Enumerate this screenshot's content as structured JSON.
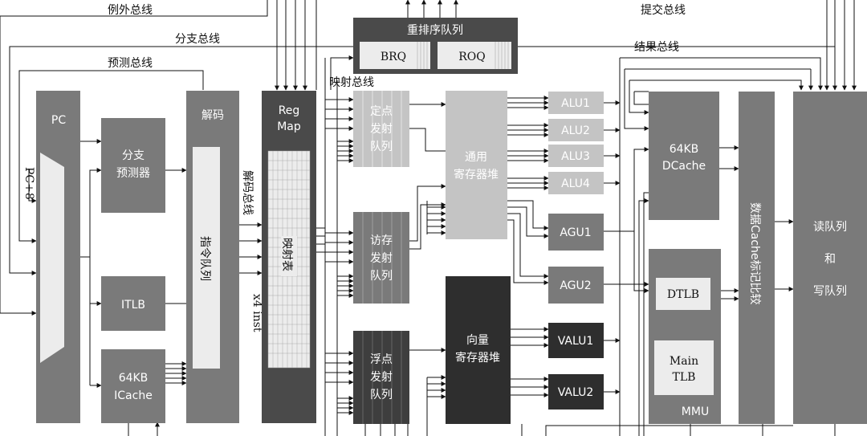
{
  "buses": {
    "exception": "例外总线",
    "branch": "分支总线",
    "predict": "预测总线",
    "commit": "提交总线",
    "result": "结果总线",
    "map": "映射总线",
    "decode": "解码总线"
  },
  "blocks": {
    "pc": "PC",
    "pc_plus8": "PC+8",
    "bp": [
      "分支",
      "预测器"
    ],
    "itlb": "ITLB",
    "icache": [
      "64KB",
      "ICache"
    ],
    "decode": "解码",
    "inst_queue": "指令队列",
    "regmap": [
      "Reg",
      "Map"
    ],
    "map_table": "映射表",
    "x4": "x4 inst",
    "rob": "重排序队列",
    "brq": "BRQ",
    "roq": "ROQ",
    "fix_q": [
      "定点",
      "发射",
      "队列"
    ],
    "mem_q": [
      "访存",
      "发射",
      "队列"
    ],
    "fp_q": [
      "浮点",
      "发射",
      "队列"
    ],
    "grf": [
      "通用",
      "寄存器堆"
    ],
    "vrf": [
      "向量",
      "寄存器堆"
    ],
    "alu": [
      "ALU1",
      "ALU2",
      "ALU3",
      "ALU4"
    ],
    "agu": [
      "AGU1",
      "AGU2"
    ],
    "valu": [
      "VALU1",
      "VALU2"
    ],
    "dcache": [
      "64KB",
      "DCache"
    ],
    "mmu": "MMU",
    "dtlb": "DTLB",
    "main_tlb": [
      "Main",
      "TLB"
    ],
    "tag_cmp": "数据Cache标记比较",
    "rw_q": [
      "读队列",
      "和",
      "写队列"
    ]
  }
}
